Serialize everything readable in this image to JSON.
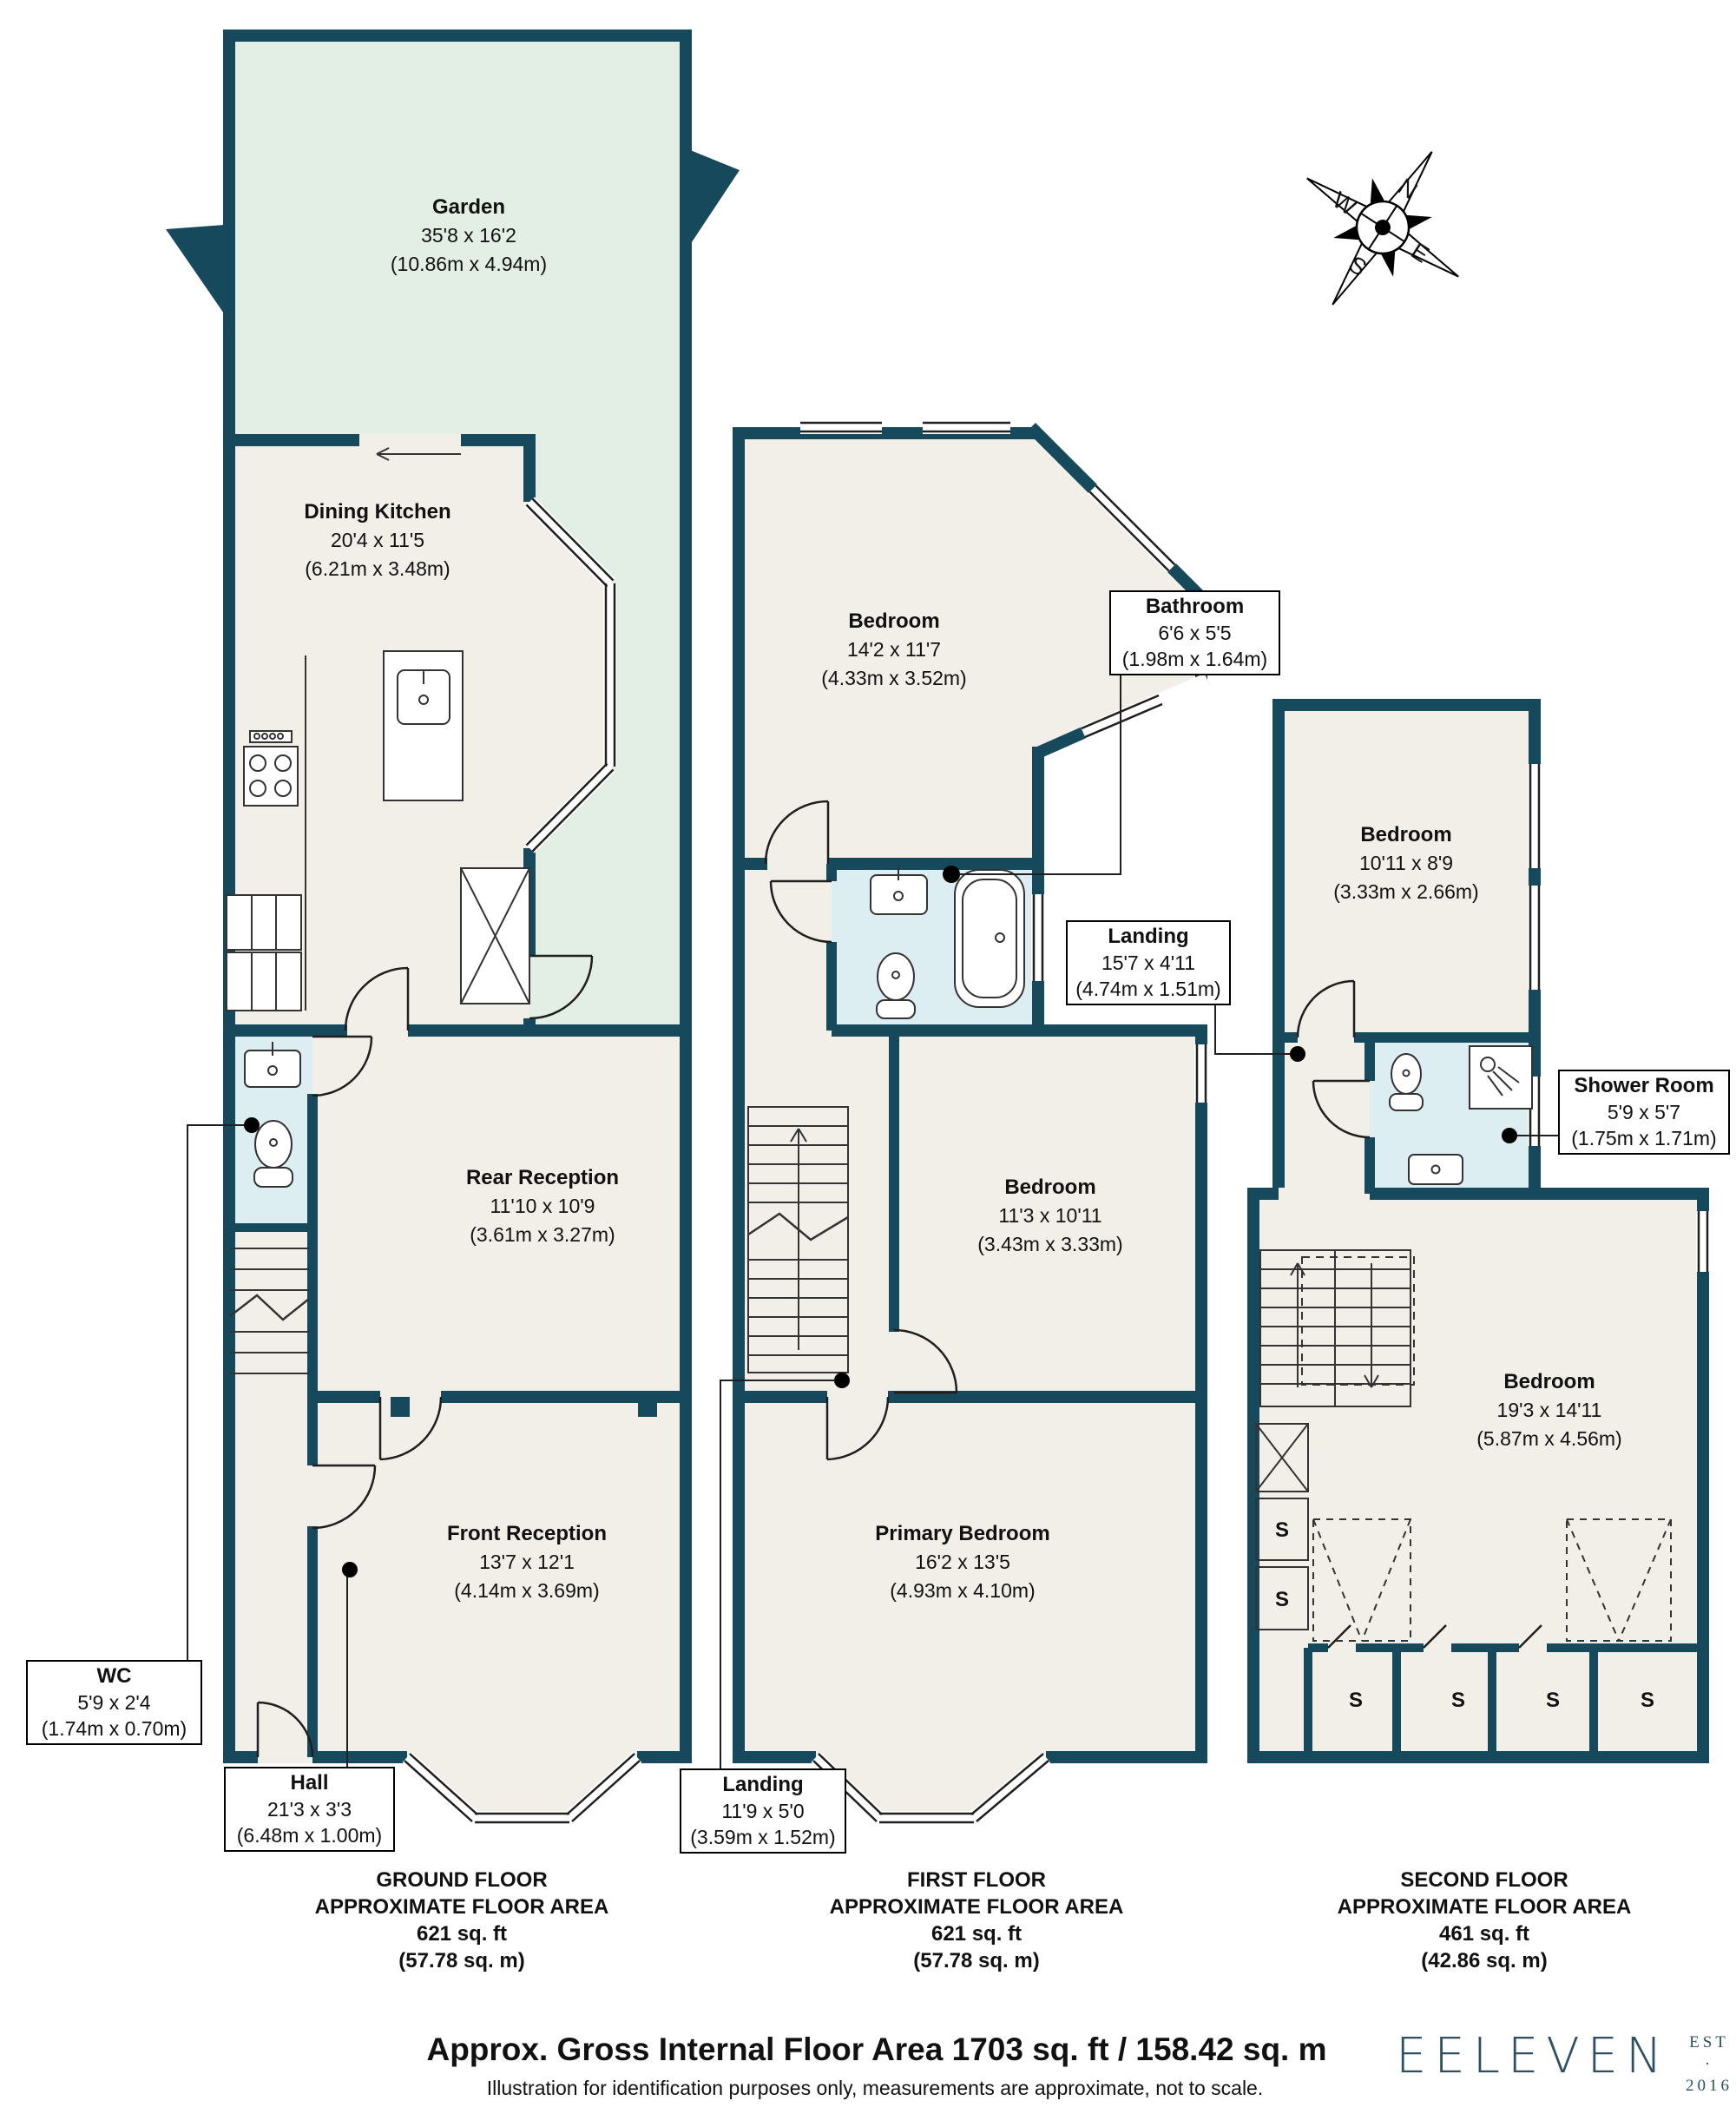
{
  "rooms": {
    "garden": {
      "name": "Garden",
      "imperial": "35'8 x 16'2",
      "metric": "(10.86m x 4.94m)"
    },
    "dining_kitchen": {
      "name": "Dining Kitchen",
      "imperial": "20'4 x 11'5",
      "metric": "(6.21m x 3.48m)"
    },
    "ff_bedroom_top": {
      "name": "Bedroom",
      "imperial": "14'2 x 11'7",
      "metric": "(4.33m x 3.52m)"
    },
    "bathroom": {
      "name": "Bathroom",
      "imperial": "6'6 x 5'5",
      "metric": "(1.98m x 1.64m)"
    },
    "sf_bedroom_small": {
      "name": "Bedroom",
      "imperial": "10'11 x 8'9",
      "metric": "(3.33m x 2.66m)"
    },
    "sf_landing": {
      "name": "Landing",
      "imperial": "15'7 x 4'11",
      "metric": "(4.74m x 1.51m)"
    },
    "shower_room": {
      "name": "Shower Room",
      "imperial": "5'9 x 5'7",
      "metric": "(1.75m x 1.71m)"
    },
    "rear_reception": {
      "name": "Rear Reception",
      "imperial": "11'10 x 10'9",
      "metric": "(3.61m x 3.27m)"
    },
    "ff_bedroom_mid": {
      "name": "Bedroom",
      "imperial": "11'3 x 10'11",
      "metric": "(3.43m x 3.33m)"
    },
    "sf_bedroom_large": {
      "name": "Bedroom",
      "imperial": "19'3 x 14'11",
      "metric": "(5.87m x 4.56m)"
    },
    "front_reception": {
      "name": "Front Reception",
      "imperial": "13'7 x 12'1",
      "metric": "(4.14m x 3.69m)"
    },
    "primary_bedroom": {
      "name": "Primary Bedroom",
      "imperial": "16'2 x 13'5",
      "metric": "(4.93m x 4.10m)"
    },
    "wc": {
      "name": "WC",
      "imperial": "5'9 x 2'4",
      "metric": "(1.74m x 0.70m)"
    },
    "hall": {
      "name": "Hall",
      "imperial": "21'3 x 3'3",
      "metric": "(6.48m x 1.00m)"
    },
    "ff_landing": {
      "name": "Landing",
      "imperial": "11'9 x 5'0",
      "metric": "(3.59m x 1.52m)"
    }
  },
  "floors": {
    "ground": {
      "name": "GROUND FLOOR",
      "area_label": "APPROXIMATE FLOOR AREA",
      "sqft": "621 sq. ft",
      "sqm": "(57.78 sq. m)"
    },
    "first": {
      "name": "FIRST FLOOR",
      "area_label": "APPROXIMATE FLOOR AREA",
      "sqft": "621 sq. ft",
      "sqm": "(57.78 sq. m)"
    },
    "second": {
      "name": "SECOND FLOOR",
      "area_label": "APPROXIMATE FLOOR AREA",
      "sqft": "461 sq. ft",
      "sqm": "(42.86 sq. m)"
    }
  },
  "footer": {
    "title": "Approx. Gross Internal Floor Area 1703 sq. ft / 158.42 sq. m",
    "disclaimer": "Illustration for identification purposes only, measurements are approximate, not to scale."
  },
  "logo": {
    "brand": "EELEVEN",
    "est": "EST",
    "dot": "·",
    "year": "2016"
  },
  "compass": {
    "north": "N",
    "east": "E",
    "south": "S",
    "west": "W"
  },
  "storage": {
    "label": "S"
  },
  "colors": {
    "wall": "#17495d",
    "room": "#f2efe9",
    "garden": "#e3efe4",
    "wet_room": "#ddeef2",
    "logo": "#2c4f63"
  }
}
